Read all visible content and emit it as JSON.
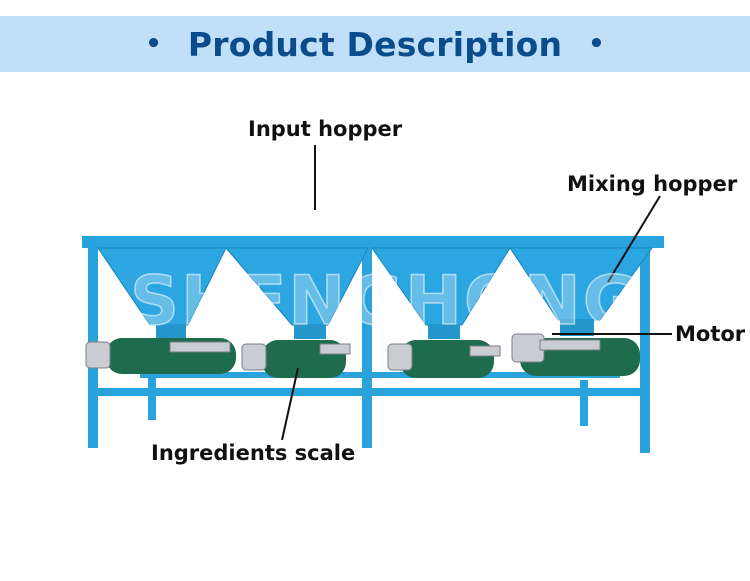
{
  "banner": {
    "title": "Product Description",
    "bullet_left": "•",
    "bullet_right": "•"
  },
  "labels": {
    "input_hopper": "Input hopper",
    "mixing_hopper": "Mixing hopper",
    "motor": "Motor",
    "ingredients_scale": "Ingredients scale"
  },
  "watermark": "SHENGHONG",
  "colors": {
    "banner_bg": "#bfe0f8",
    "banner_text": "#0b4c8c",
    "frame_blue": "#2aa3dd",
    "belt_green": "#1f6b4e"
  }
}
